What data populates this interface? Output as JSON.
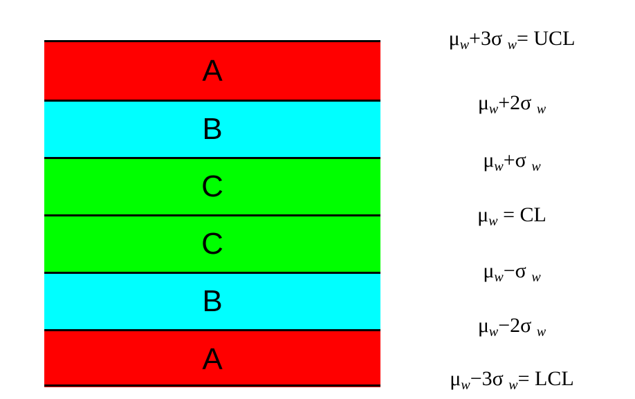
{
  "zones": [
    {
      "label": "A",
      "color": "#ff0000"
    },
    {
      "label": "B",
      "color": "#00ffff"
    },
    {
      "label": "C",
      "color": "#00ff00"
    },
    {
      "label": "C",
      "color": "#00ff00"
    },
    {
      "label": "B",
      "color": "#00ffff"
    },
    {
      "label": "A",
      "color": "#ff0000"
    }
  ],
  "limits": [
    {
      "mu": "μ",
      "sub": "w",
      "expr": "+3σ",
      "sub2": "w",
      "suffix": "= UCL"
    },
    {
      "mu": "μ",
      "sub": "w",
      "expr": "+2σ",
      "sub2": "w",
      "suffix": ""
    },
    {
      "mu": "μ",
      "sub": "w",
      "expr": "+σ",
      "sub2": "w",
      "suffix": ""
    },
    {
      "mu": "μ",
      "sub": "w",
      "expr": "",
      "sub2": "",
      "suffix": "= CL"
    },
    {
      "mu": "μ",
      "sub": "w",
      "expr": "−σ",
      "sub2": "w",
      "suffix": ""
    },
    {
      "mu": "μ",
      "sub": "w",
      "expr": "−2σ",
      "sub2": "w",
      "suffix": ""
    },
    {
      "mu": "μ",
      "sub": "w",
      "expr": "−3σ",
      "sub2": "w",
      "suffix": "= LCL"
    }
  ]
}
